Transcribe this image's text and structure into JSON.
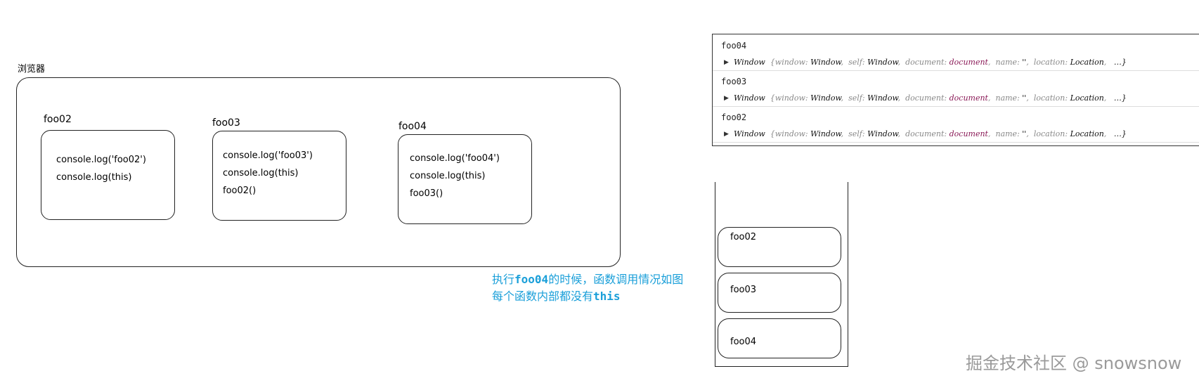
{
  "browser": {
    "label": "浏览器"
  },
  "functions": [
    {
      "name": "foo02",
      "lines": [
        "console.log('foo02')",
        "console.log(this)"
      ]
    },
    {
      "name": "foo03",
      "lines": [
        "console.log('foo03')",
        "console.log(this)",
        "foo02()"
      ]
    },
    {
      "name": "foo04",
      "lines": [
        "console.log('foo04')",
        "console.log(this)",
        "foo03()"
      ]
    }
  ],
  "annotation": {
    "line1_prefix": "执行",
    "line1_code": "foo04",
    "line1_suffix": "的时候，函数调用情况如图",
    "line2_prefix": "每个函数内部都没有",
    "line2_code": "this"
  },
  "console": {
    "entries": [
      {
        "label": "foo04"
      },
      {
        "label": "foo03"
      },
      {
        "label": "foo02"
      }
    ],
    "object_type": "Window",
    "props": [
      {
        "key": "window",
        "value": "Window"
      },
      {
        "key": "self",
        "value": "Window"
      },
      {
        "key": "document",
        "value": "document"
      },
      {
        "key": "name",
        "value": "''"
      },
      {
        "key": "location",
        "value": "Location"
      }
    ],
    "ellipsis": "…}",
    "open_brace": "{"
  },
  "stack": {
    "frames": [
      "foo02",
      "foo03",
      "foo04"
    ]
  },
  "watermark": "掘金技术社区 @ snowsnow"
}
